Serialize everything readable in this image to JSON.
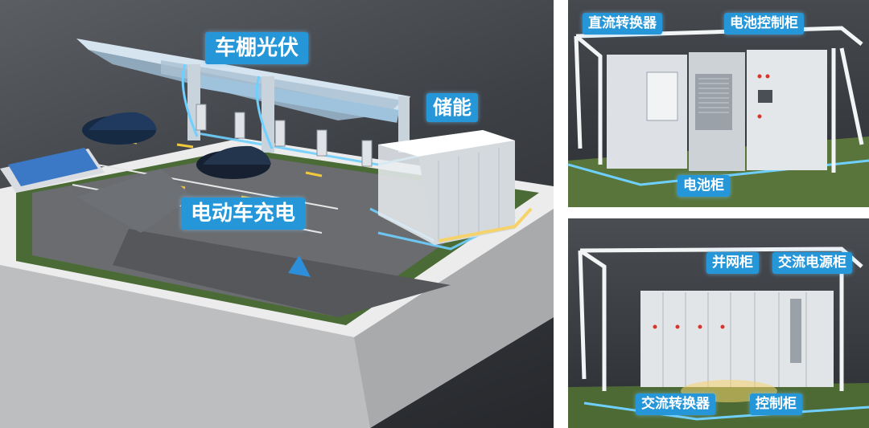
{
  "main": {
    "labels": {
      "carport_pv": "车棚光伏",
      "storage": "储能",
      "ev_charging": "电动车充电"
    }
  },
  "top_right": {
    "labels": {
      "dc_converter": "直流转换器",
      "battery_control_cabinet": "电池控制柜",
      "battery_cabinet": "电池柜"
    }
  },
  "bottom_right": {
    "labels": {
      "grid_cabinet": "并网柜",
      "ac_power_cabinet": "交流电源柜",
      "ac_converter": "交流转换器",
      "control_cabinet": "控制柜"
    }
  },
  "colors": {
    "label_bg": "#2596d8",
    "accent_glow": "#6fd0ff",
    "warm_glow": "#f5d36a"
  }
}
